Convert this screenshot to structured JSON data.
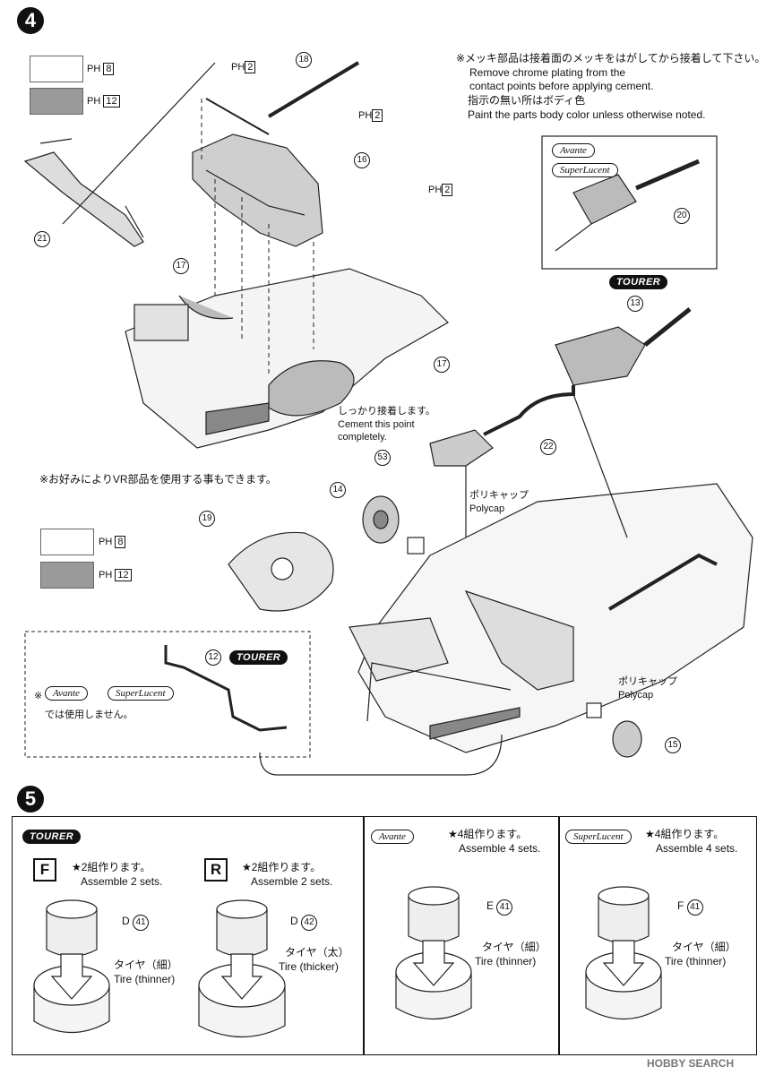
{
  "step4": {
    "number": "4",
    "note_jp": "※メッキ部品は接着面のメッキをはがしてから接着して下さい。",
    "note_en1": "Remove chrome plating from the",
    "note_en2": "contact points before applying cement.",
    "note2_jp": "指示の無い所はボディ色",
    "note2_en": "Paint the parts body color unless otherwise noted.",
    "legend1_code": "8",
    "legend2_code": "12",
    "ph_prefix": "PH",
    "ph_2": "2",
    "parts": {
      "p18": "18",
      "p16": "16",
      "p21": "21",
      "p17": "17",
      "p20": "20",
      "p13": "13",
      "p22": "22",
      "p53": "53",
      "p14": "14",
      "p19": "19",
      "p12": "12",
      "p15": "15"
    },
    "cement_jp": "しっかり接着します。",
    "cement_en1": "Cement this point",
    "cement_en2": "completely.",
    "vr_note": "※お好みによりVR部品を使用する事もできます。",
    "polycap_jp": "ポリキャップ",
    "polycap_en": "Polycap",
    "not_used_prefix": "※",
    "not_used_jp": "では使用しません。",
    "badge_avante": "Avante",
    "badge_superlucent": "SuperLucent",
    "badge_tourer": "TOURER"
  },
  "step5": {
    "number": "5",
    "tourer": {
      "badge": "TOURER",
      "front": {
        "letter": "F",
        "jp": "★2組作ります。",
        "en": "Assemble 2 sets.",
        "wheel": "D",
        "part": "41",
        "tire_jp": "タイヤ（細）",
        "tire_en": "Tire (thinner)"
      },
      "rear": {
        "letter": "R",
        "jp": "★2組作ります。",
        "en": "Assemble 2 sets.",
        "wheel": "D",
        "part": "42",
        "tire_jp": "タイヤ（太）",
        "tire_en": "Tire (thicker)"
      }
    },
    "avante": {
      "badge": "Avante",
      "jp": "★4組作ります。",
      "en": "Assemble 4 sets.",
      "wheel": "E",
      "part": "41",
      "tire_jp": "タイヤ（細）",
      "tire_en": "Tire (thinner)"
    },
    "superlucent": {
      "badge": "SuperLucent",
      "jp": "★4組作ります。",
      "en": "Assemble 4 sets.",
      "wheel": "F",
      "part": "41",
      "tire_jp": "タイヤ（細）",
      "tire_en": "Tire (thinner)"
    }
  },
  "watermark": "HOBBY SEARCH"
}
